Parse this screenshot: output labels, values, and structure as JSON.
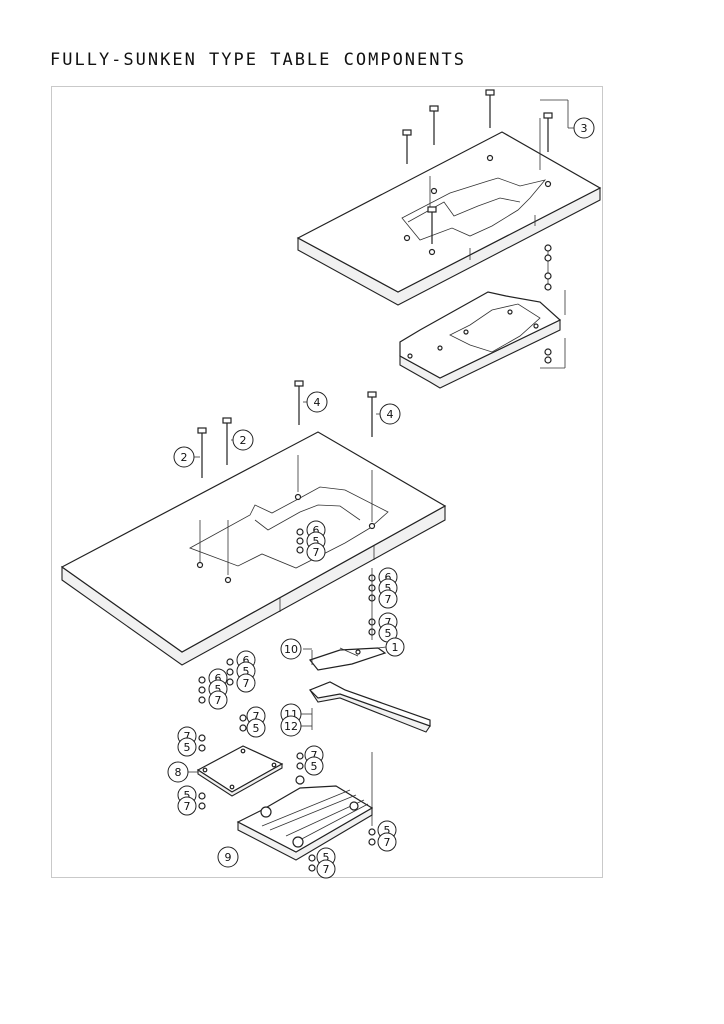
{
  "title": "FULLY-SUNKEN TYPE TABLE COMPONENTS",
  "callouts": {
    "c3": "3",
    "c4a": "4",
    "c4b": "4",
    "c2a": "2",
    "c2b": "2",
    "c6a": "6",
    "c5a": "5",
    "c7a": "7",
    "c6b": "6",
    "c5b": "5",
    "c7b": "7",
    "c7c": "7",
    "c5c": "5",
    "c1": "1",
    "c10": "10",
    "c6c": "6",
    "c5d": "5",
    "c7d": "7",
    "c6d": "6",
    "c5e": "5",
    "c7e": "7",
    "c11": "11",
    "c12": "12",
    "c7f": "7",
    "c5f": "5",
    "c7g": "7",
    "c5g": "5",
    "c8": "8",
    "c5h": "5",
    "c7h": "7",
    "c7i": "7",
    "c5i": "5",
    "c5j": "5",
    "c7j": "7",
    "c9": "9",
    "c5k": "5",
    "c7k": "7"
  }
}
